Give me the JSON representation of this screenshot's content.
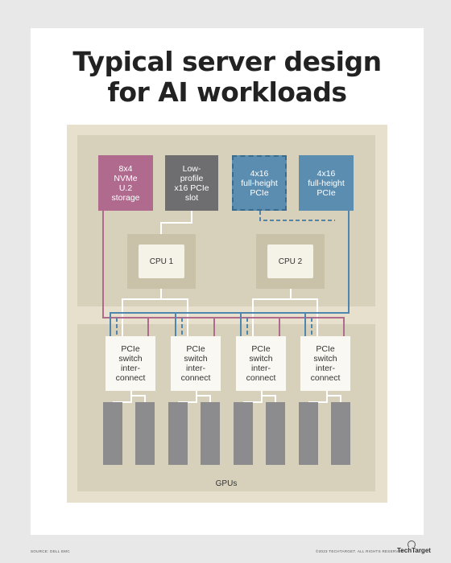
{
  "title": {
    "line1": "Typical server design",
    "line2": "for AI workloads"
  },
  "components": {
    "nvme": [
      "8x4",
      "NVMe",
      "U.2",
      "storage"
    ],
    "low_profile": [
      "Low-",
      "profile",
      "x16 PCIe",
      "slot"
    ],
    "full_height_1": [
      "4x16",
      "full-height",
      "PCIe"
    ],
    "full_height_2": [
      "4x16",
      "full-height",
      "PCIe"
    ]
  },
  "cpus": [
    "CPU 1",
    "CPU 2"
  ],
  "switch_label": [
    "PCIe",
    "switch",
    "inter-",
    "connect"
  ],
  "gpu_label": "GPUs",
  "footer": {
    "source": "SOURCE: DELL EMC",
    "copyright": "©2023 TECHTARGET. ALL RIGHTS RESERVED",
    "brand": "TechTarget"
  },
  "colors": {
    "storage": "#b06a8e",
    "low_profile_slot": "#6e6e70",
    "full_height_pcie": "#5b8db0",
    "board": "#e6e0cd",
    "gpu": "#8c8c8e"
  }
}
